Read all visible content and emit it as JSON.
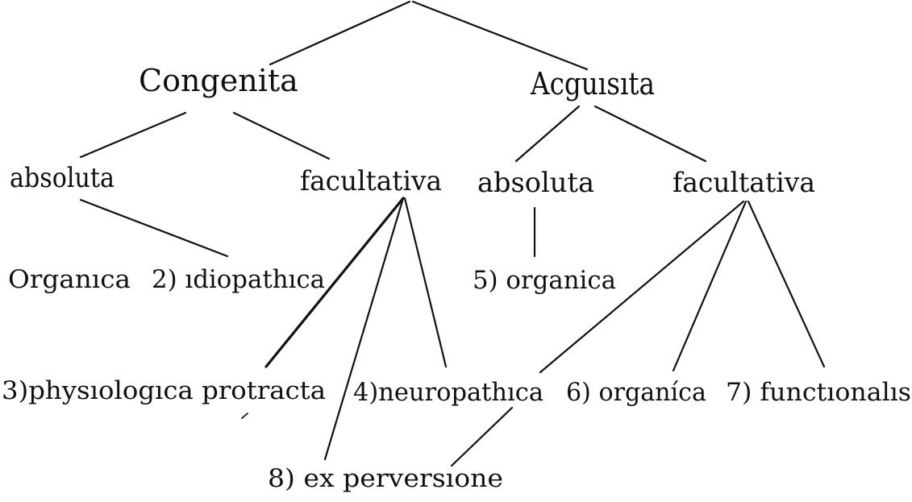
{
  "diagram": {
    "nodes": {
      "congenita": "Congenita",
      "acquisita": "Acguısıta",
      "c_absoluta": "absoluta",
      "c_facultativa": "facultativa",
      "a_absoluta": "absoluta",
      "a_facultativa": "facultativa",
      "organica_1": "Organıca",
      "idiopathica": "2) ıdiopathıca",
      "organica_5": "5) organica",
      "physiologica": "3)physıologıca protracta",
      "neuropathica": "4)neuropathıca",
      "organica_6": "6) organíca",
      "functionalis": "7) functıonalıs",
      "ex_perversione": "8) ex perversıone"
    }
  }
}
